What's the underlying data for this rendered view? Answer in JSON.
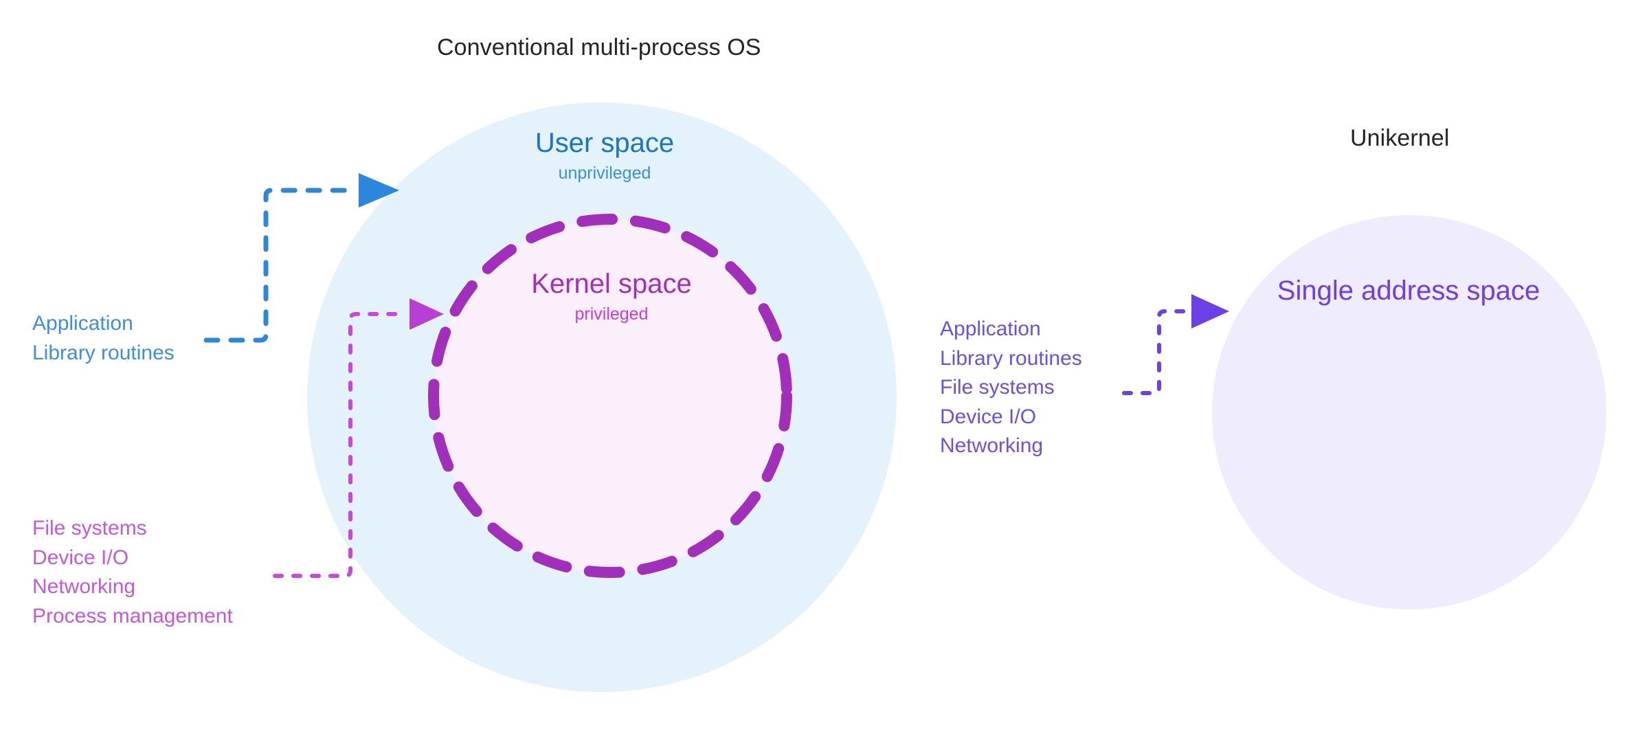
{
  "diagram": {
    "kind": "unikernel-vs-conventional-os",
    "background": "#ffffff",
    "left_panel": {
      "title": "Conventional multi-process OS",
      "outer_circle": {
        "name": "user-space-circle",
        "fill": "#e4f2fc",
        "label": "User space",
        "sublabel": "unprivileged",
        "label_color": "#1673ce",
        "sublabel_color": "#3b8ee0"
      },
      "inner_circle": {
        "name": "kernel-space-circle",
        "fill": "#faeffb",
        "border_color": "#a22fbb",
        "border_style": "dashed",
        "label": "Kernel space",
        "sublabel": "privileged",
        "label_color": "#a22fbb",
        "sublabel_color": "#c43fdd"
      },
      "user_items": {
        "color": "#3b8ee0",
        "items": [
          "Application",
          "Library routines"
        ]
      },
      "kernel_items": {
        "color": "#c657dd",
        "items": [
          "File systems",
          "Device I/O",
          "Networking",
          "Process management"
        ]
      }
    },
    "right_panel": {
      "title": "Unikernel",
      "circle": {
        "name": "single-address-space-circle",
        "fill": "#eeecfd",
        "label": "Single address space",
        "label_color": "#6c3fe8"
      },
      "items": {
        "color": "#6c4fe8",
        "items": [
          "Application",
          "Library routines",
          "File systems",
          "Device I/O",
          "Networking"
        ]
      }
    },
    "connectors": [
      {
        "name": "user-items-to-user-space-arrow",
        "color": "#2b86dd",
        "style": "dashed",
        "from": "Application / Library routines",
        "to": "User space circle"
      },
      {
        "name": "kernel-items-to-kernel-space-arrow",
        "color": "#cc45e0",
        "style": "dashed",
        "from": "File systems / Device I/O / Networking / Process management",
        "to": "Kernel space circle"
      },
      {
        "name": "unikernel-items-to-circle-arrow",
        "color": "#6c3fe8",
        "style": "dashed",
        "from": "Application / Library routines / File systems / Device I/O / Networking",
        "to": "Single address space circle"
      }
    ]
  }
}
